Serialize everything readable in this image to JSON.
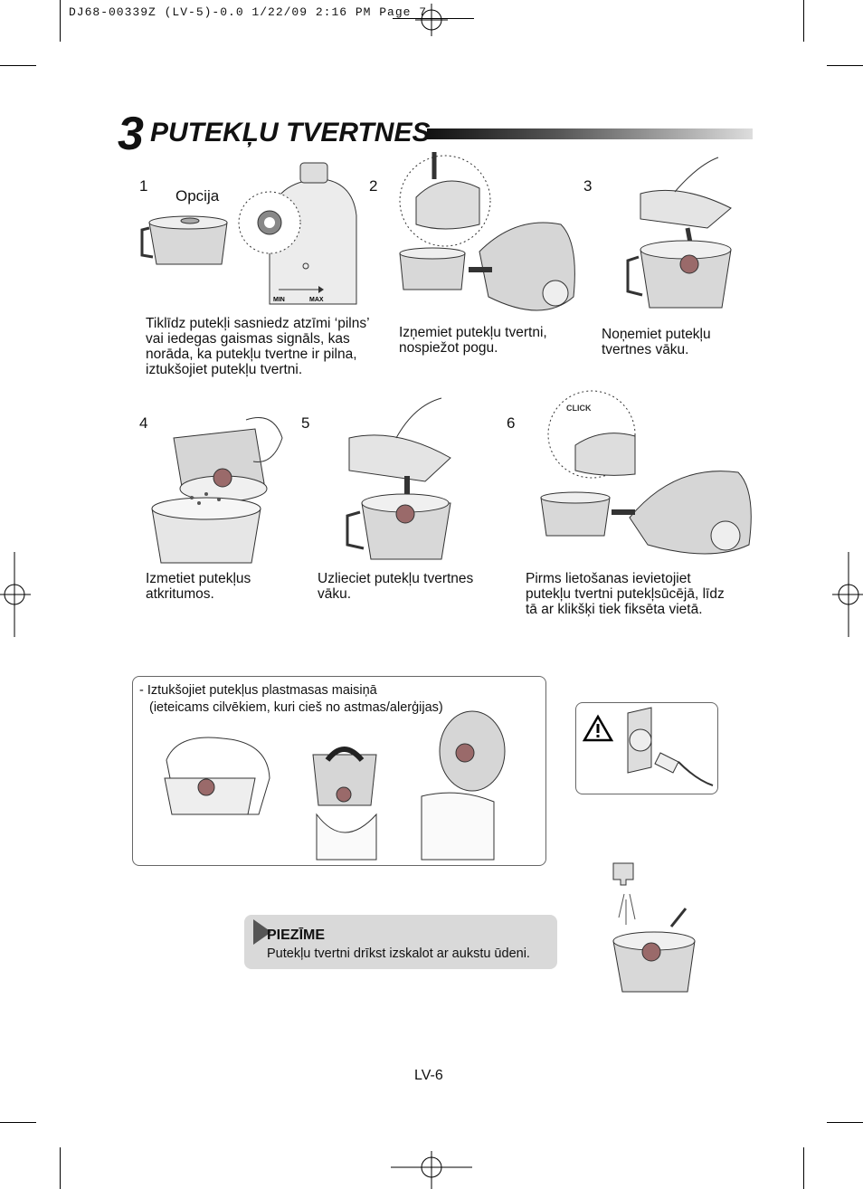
{
  "print_header": "DJ68-00339Z (LV-5)-0.0  1/22/09 2:16 PM  Page 7",
  "section": {
    "number": "3",
    "title": "PUTEKĻU TVERTNES"
  },
  "steps": [
    {
      "num": "1",
      "option_label": "Opcija",
      "caption": "Tiklīdz putekļi sasniedz atzīmi ‘pilns’ vai iedegas gaismas signāls, kas norāda, ka putekļu tvertne ir pilna, iztukšojiet putekļu tvertni."
    },
    {
      "num": "2",
      "caption": "Izņemiet putekļu tvertni, nospiežot pogu."
    },
    {
      "num": "3",
      "caption": "Noņemiet putekļu tvertnes vāku."
    },
    {
      "num": "4",
      "caption": "Izmetiet putekļus atkritumos."
    },
    {
      "num": "5",
      "caption": "Uzlieciet putekļu tvertnes vāku."
    },
    {
      "num": "6",
      "caption": "Pirms lietošanas ievietojiet putekļu tvertni putekļsūcējā, līdz tā ar klikšķi tiek fiksēta vietā.",
      "click_label": "CLICK"
    }
  ],
  "indicator": {
    "min_label": "MIN",
    "max_label": "MAX"
  },
  "bag_note": {
    "line1": "- Iztukšojiet putekļus plastmasas maisiņā",
    "line2": "(ieteicams cilvēkiem, kuri cieš no astmas/alerģijas)"
  },
  "note": {
    "title": "PIEZĪME",
    "text": "Putekļu tvertni drīkst izskalot ar aukstu ūdeni."
  },
  "page_number": "LV-6"
}
